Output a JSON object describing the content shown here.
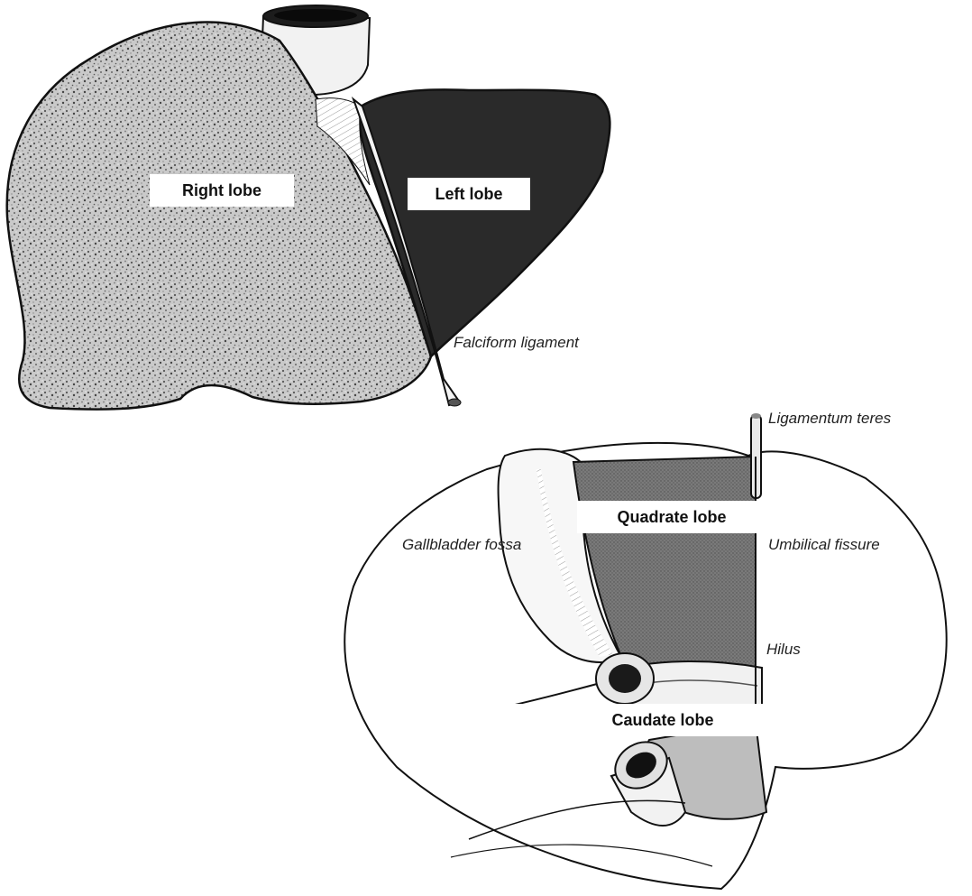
{
  "upper_view": {
    "labels": {
      "right_lobe": "Right lobe",
      "left_lobe": "Left lobe",
      "falciform_ligament": "Falciform ligament"
    }
  },
  "lower_view": {
    "labels": {
      "ligamentum_teres": "Ligamentum teres",
      "quadrate_lobe": "Quadrate lobe",
      "gallbladder_fossa": "Gallbladder fossa",
      "umbilical_fissure": "Umbilical fissure",
      "hilus": "Hilus",
      "caudate_lobe": "Caudate lobe"
    }
  },
  "colors": {
    "left_lobe_fill": "#2a2a2a",
    "quadrate_fill": "#6e6e6e",
    "caudate_fill": "#bdbdbd",
    "outline": "#111111"
  }
}
